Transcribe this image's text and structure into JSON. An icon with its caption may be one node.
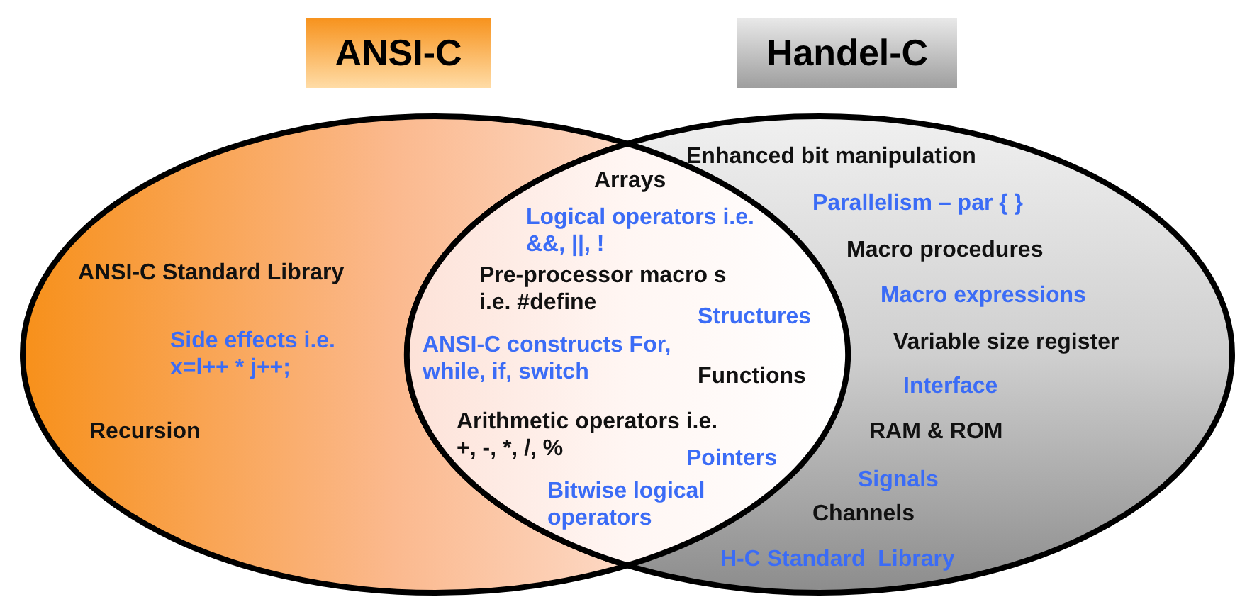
{
  "diagram": {
    "nodes": [
      {
        "text": [
          "ANSI-C"
        ]
      },
      {
        "text": [
          "Handel-C"
        ]
      },
      {
        "text": [
          "ANSI-C Standard Library",
          "Side effects i.e. x=l++ * j++;",
          "Recursion"
        ]
      },
      {
        "text": [
          "Enhanced bit manipulation",
          "Parallelism – par { }",
          "Macro procedures",
          "Macro expressions",
          "Variable size register",
          "Interface",
          "RAM & ROM",
          "Signals",
          "Channels",
          "H-C Standard  Library"
        ]
      },
      {
        "text": [
          "Arrays",
          "Logical operators i.e. &&, ||, !",
          "Pre-processor macro s i.e. #define",
          "Structures",
          "ANSI-C constructs For, while, if, switch",
          "Functions",
          "Arithmetic operators i.e. +, -, *, /, %",
          "Pointers",
          "Bitwise logical operators"
        ]
      }
    ],
    "edges": []
  }
}
